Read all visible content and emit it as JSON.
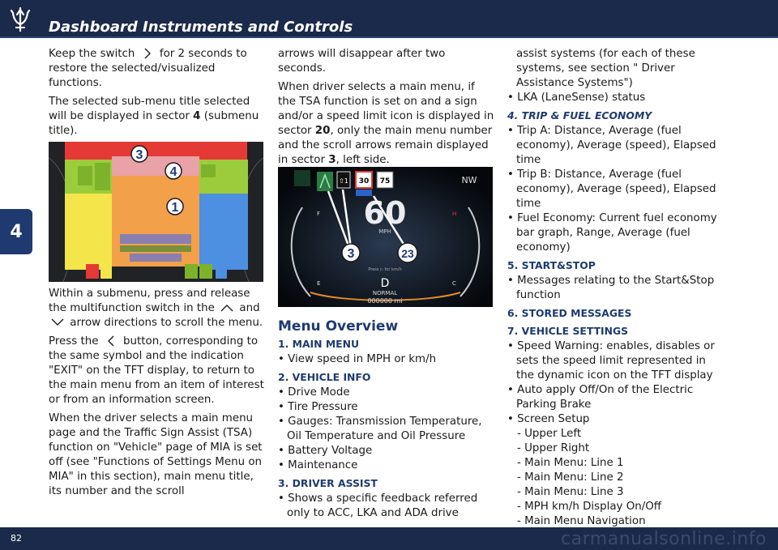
{
  "header": {
    "title": "Dashboard Instruments and Controls",
    "chapter": "4"
  },
  "footer": {
    "page": "82",
    "watermark": "carmanualsonline.info"
  },
  "col1": {
    "p1a": "Keep the switch",
    "p1b": "for 2 seconds to restore the selected/visualized functions.",
    "p2a": "The selected sub-menu title selected will be displayed in sector",
    "p2num": "4",
    "p2b": "(submenu title).",
    "p3a": "Within a submenu, press and release the multifunction switch in the",
    "p3b": "and",
    "p3c": "arrow directions to scroll the menu.",
    "p4a": "Press the",
    "p4b": "button, corresponding to the same symbol and the indication \"EXIT\" on the TFT display, to return to the main menu from an item of interest or from an information screen.",
    "p5": "When the driver selects a main menu page and the Traffic Sign Assist (TSA) function on \"Vehicle\" page of MIA is set off (see \"Functions of Settings Menu on MIA\" in this section), main menu title, its number and the scroll"
  },
  "fig1": {
    "callouts": [
      "3",
      "4",
      "1"
    ]
  },
  "col2": {
    "p1": "arrows will disappear after two seconds.",
    "p2a": "When driver selects a main menu, if the TSA function is set on and a sign and/or a speed limit icon is displayed in sector",
    "p2num1": "20",
    "p2b": ", only the main menu number and the scroll arrows remain displayed in sector",
    "p2num2": "3",
    "p2c": ", left side.",
    "heading": "Menu Overview",
    "s1": "1. MAIN MENU",
    "s1items": [
      "View speed in MPH or km/h"
    ],
    "s2": "2. VEHICLE INFO",
    "s2items": [
      "Drive Mode",
      "Tire Pressure",
      "Gauges: Transmission Temperature, Oil Temperature and Oil Pressure",
      "Battery Voltage",
      "Maintenance"
    ],
    "s3": "3. DRIVER ASSIST",
    "s3items": [
      "Shows a specific feedback referred only to ACC, LKA and ADA drive"
    ]
  },
  "fig2": {
    "speed": "60",
    "unit": "MPH",
    "compass": "NW",
    "gear": "D",
    "mode": "NORMAL",
    "odo": "000000 mi",
    "sign1": "30",
    "sign2": "75",
    "hint": "Press ▷ for km/h",
    "gauge_f": "F",
    "gauge_e": "E",
    "gauge_h": "H",
    "gauge_c": "C",
    "callouts": [
      "3",
      "23"
    ]
  },
  "col3": {
    "p1": "assist systems (for each of these systems, see section \" Driver Assistance Systems\")",
    "item_lka": "LKA (LaneSense) status",
    "s4": "4. TRIP & FUEL ECONOMY",
    "s4items": [
      "Trip A: Distance, Average (fuel economy), Average (speed), Elapsed time",
      "Trip B: Distance, Average (fuel economy), Average (speed), Elapsed time",
      "Fuel Economy: Current fuel economy bar graph, Range, Average (fuel economy)"
    ],
    "s5": "5. START&STOP",
    "s5items": [
      "Messages relating to the Start&Stop function"
    ],
    "s6": "6. STORED MESSAGES",
    "s7": "7. VEHICLE SETTINGS",
    "s7items": [
      "Speed Warning: enables, disables or sets the speed limit represented in the dynamic icon on the TFT display",
      "Auto apply Off/On of the Electric Parking Brake",
      "Screen Setup"
    ],
    "screen_setup": [
      "Upper Left",
      "Upper Right",
      "Main Menu: Line 1",
      "Main Menu: Line 2",
      "Main Menu: Line 3",
      "MPH km/h Display On/Off",
      "Main Menu Navigation"
    ]
  }
}
